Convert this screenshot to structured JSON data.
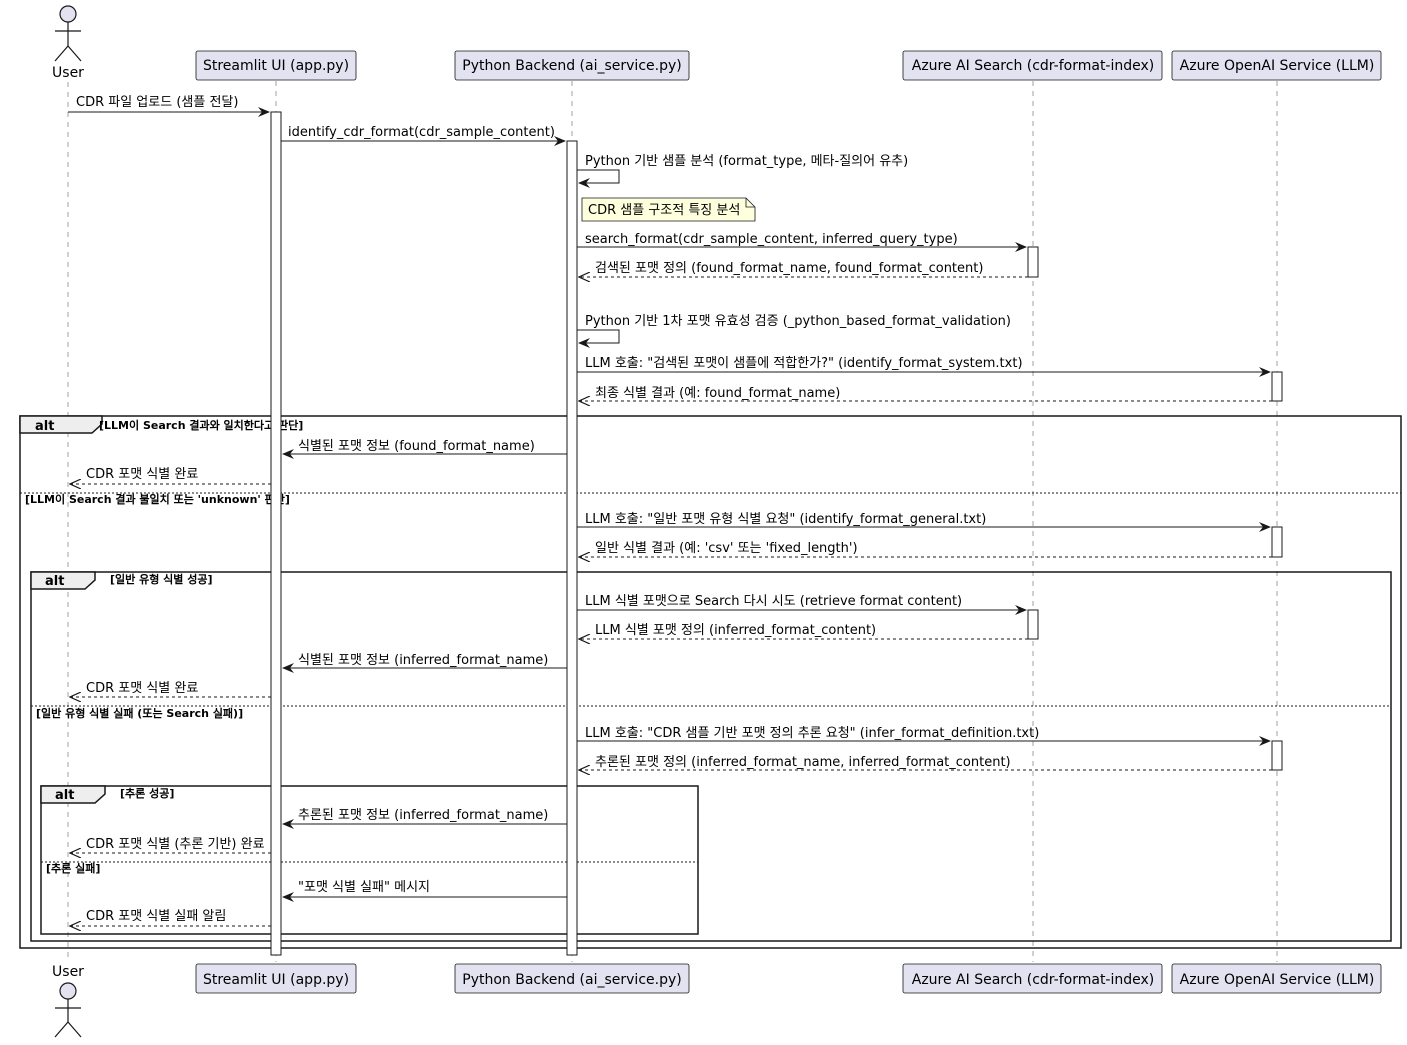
{
  "participants": [
    {
      "id": "user",
      "label": "User",
      "kind": "actor"
    },
    {
      "id": "ui",
      "label": "Streamlit UI (app.py)",
      "kind": "box"
    },
    {
      "id": "backend",
      "label": "Python Backend (ai_service.py)",
      "kind": "box"
    },
    {
      "id": "search",
      "label": "Azure AI Search (cdr-format-index)",
      "kind": "box"
    },
    {
      "id": "llm",
      "label": "Azure OpenAI Service (LLM)",
      "kind": "box"
    }
  ],
  "messages": [
    {
      "from": "user",
      "to": "ui",
      "label": "CDR 파일 업로드 (샘플 전달)",
      "dashed": false
    },
    {
      "from": "ui",
      "to": "backend",
      "label": "identify_cdr_format(cdr_sample_content)",
      "dashed": false
    },
    {
      "from": "backend",
      "to": "backend",
      "label": "Python 기반 샘플 분석 (format_type, 메타-질의어 유추)",
      "dashed": false
    },
    {
      "from": "backend",
      "to": "search",
      "label": "search_format(cdr_sample_content, inferred_query_type)",
      "dashed": false
    },
    {
      "from": "search",
      "to": "backend",
      "label": "검색된 포맷 정의 (found_format_name, found_format_content)",
      "dashed": true
    },
    {
      "from": "backend",
      "to": "backend",
      "label": "Python 기반 1차 포맷 유효성 검증 (_python_based_format_validation)",
      "dashed": false
    },
    {
      "from": "backend",
      "to": "llm",
      "label": "LLM 호출: \"검색된 포맷이 샘플에 적합한가?\" (identify_format_system.txt)",
      "dashed": false
    },
    {
      "from": "llm",
      "to": "backend",
      "label": "최종 식별 결과 (예: found_format_name)",
      "dashed": true
    },
    {
      "from": "backend",
      "to": "ui",
      "label": "식별된 포맷 정보 (found_format_name)",
      "dashed": false
    },
    {
      "from": "ui",
      "to": "user",
      "label": "CDR 포맷 식별 완료",
      "dashed": true
    },
    {
      "from": "backend",
      "to": "llm",
      "label": "LLM 호출: \"일반 포맷 유형 식별 요청\" (identify_format_general.txt)",
      "dashed": false
    },
    {
      "from": "llm",
      "to": "backend",
      "label": "일반 식별 결과 (예: 'csv' 또는 'fixed_length')",
      "dashed": true
    },
    {
      "from": "backend",
      "to": "search",
      "label": "LLM 식별 포맷으로 Search 다시 시도 (retrieve format content)",
      "dashed": false
    },
    {
      "from": "search",
      "to": "backend",
      "label": "LLM 식별 포맷 정의 (inferred_format_content)",
      "dashed": true
    },
    {
      "from": "backend",
      "to": "ui",
      "label": "식별된 포맷 정보 (inferred_format_name)",
      "dashed": false
    },
    {
      "from": "ui",
      "to": "user",
      "label": "CDR 포맷 식별 완료",
      "dashed": true
    },
    {
      "from": "backend",
      "to": "llm",
      "label": "LLM 호출: \"CDR 샘플 기반 포맷 정의 추론 요청\" (infer_format_definition.txt)",
      "dashed": false
    },
    {
      "from": "llm",
      "to": "backend",
      "label": "추론된 포맷 정의 (inferred_format_name, inferred_format_content)",
      "dashed": true
    },
    {
      "from": "backend",
      "to": "ui",
      "label": "추론된 포맷 정보 (inferred_format_name)",
      "dashed": false
    },
    {
      "from": "ui",
      "to": "user",
      "label": "CDR 포맷 식별 (추론 기반) 완료",
      "dashed": true
    },
    {
      "from": "backend",
      "to": "ui",
      "label": "\"포맷 식별 실패\" 메시지",
      "dashed": false
    },
    {
      "from": "ui",
      "to": "user",
      "label": "CDR 포맷 식별 실패 알림",
      "dashed": true
    }
  ],
  "note": "CDR 샘플 구조적 특징 분석",
  "fragments": [
    {
      "label": "alt",
      "guard": "[LLM이 Search 결과와 일치한다고 판단]",
      "else_guard": "[LLM이 Search 결과 불일치 또는 'unknown' 판단]"
    },
    {
      "label": "alt",
      "guard": "[일반 유형 식별 성공]",
      "else_guard": "[일반 유형 식별 실패 (또는 Search 실패)]"
    },
    {
      "label": "alt",
      "guard": "[추론 성공]",
      "else_guard": "[추론 실패]"
    }
  ],
  "colors": {
    "participant_fill": "#E2E2F0",
    "participant_border": "#181818",
    "note_fill": "#FEFFDD",
    "lifeline": "#A0A0A0"
  }
}
